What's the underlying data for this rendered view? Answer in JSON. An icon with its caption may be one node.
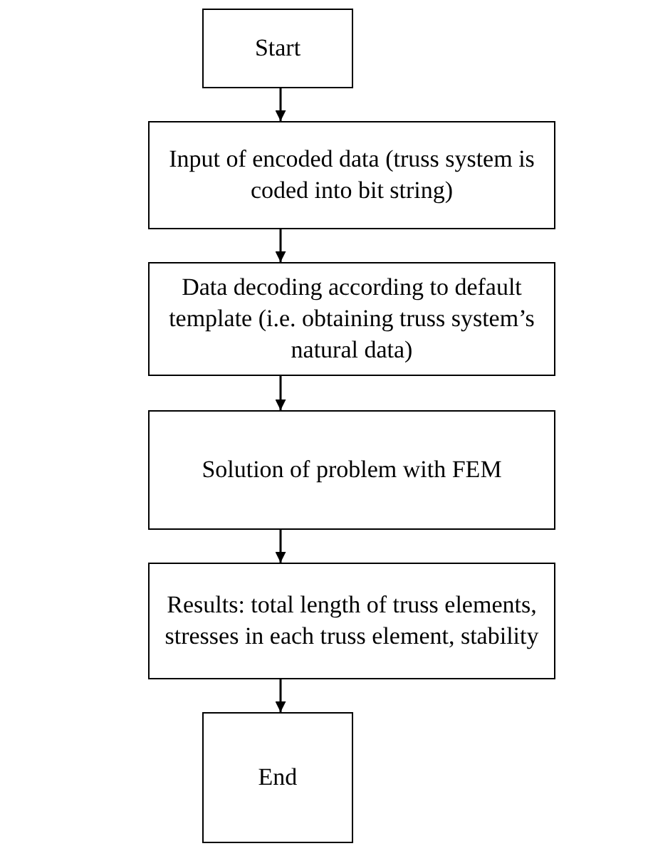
{
  "diagram": {
    "nodes": [
      {
        "text": [
          "Start"
        ]
      },
      {
        "text": [
          "Input of encoded data (truss system is coded into bit string)"
        ]
      },
      {
        "text": [
          "Data decoding according to default template (i.e. obtaining truss system’s natural data)"
        ]
      },
      {
        "text": [
          "Solution of problem with FEM"
        ]
      },
      {
        "text": [
          "Results: total length of  truss elements, stresses in each truss element, stability"
        ]
      },
      {
        "text": [
          "End"
        ]
      }
    ],
    "edges": [
      {
        "from": 0,
        "to": 1,
        "arrow": "to"
      },
      {
        "from": 1,
        "to": 2,
        "arrow": "to"
      },
      {
        "from": 2,
        "to": 3,
        "arrow": "to"
      },
      {
        "from": 3,
        "to": 4,
        "arrow": "to"
      },
      {
        "from": 4,
        "to": 5,
        "arrow": "to"
      }
    ]
  }
}
